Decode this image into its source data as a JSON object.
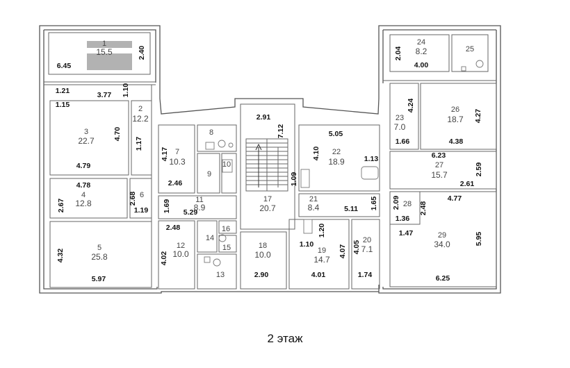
{
  "floor_label": "2 этаж",
  "rooms": [
    {
      "n": "1",
      "a": "15.5"
    },
    {
      "n": "2",
      "a": "12.2"
    },
    {
      "n": "3",
      "a": "22.7"
    },
    {
      "n": "4",
      "a": "12.8"
    },
    {
      "n": "5",
      "a": "25.8"
    },
    {
      "n": "6",
      "a": ""
    },
    {
      "n": "7",
      "a": "10.3"
    },
    {
      "n": "8",
      "a": ""
    },
    {
      "n": "9",
      "a": ""
    },
    {
      "n": "10",
      "a": ""
    },
    {
      "n": "11",
      "a": "8.9"
    },
    {
      "n": "12",
      "a": "10.0"
    },
    {
      "n": "13",
      "a": ""
    },
    {
      "n": "14",
      "a": ""
    },
    {
      "n": "15",
      "a": ""
    },
    {
      "n": "16",
      "a": ""
    },
    {
      "n": "17",
      "a": "20.7"
    },
    {
      "n": "18",
      "a": "10.0"
    },
    {
      "n": "19",
      "a": "14.7"
    },
    {
      "n": "20",
      "a": "7.1"
    },
    {
      "n": "21",
      "a": "8.4"
    },
    {
      "n": "22",
      "a": "18.9"
    },
    {
      "n": "23",
      "a": "7.0"
    },
    {
      "n": "24",
      "a": "8.2"
    },
    {
      "n": "25",
      "a": ""
    },
    {
      "n": "26",
      "a": "18.7"
    },
    {
      "n": "27",
      "a": "15.7"
    },
    {
      "n": "28",
      "a": ""
    },
    {
      "n": "29",
      "a": "34.0"
    }
  ],
  "dimensions": [
    "6.45",
    "2.40",
    "1.21",
    "3.77",
    "1.10",
    "1.15",
    "4.70",
    "1.17",
    "4.79",
    "4.78",
    "2.67",
    "2.68",
    "1.19",
    "4.32",
    "5.97",
    "4.17",
    "2.46",
    "1.69",
    "5.29",
    "2.48",
    "4.02",
    "2.91",
    "7.12",
    "2.90",
    "5.05",
    "4.10",
    "1.13",
    "1.09",
    "5.11",
    "1.65",
    "1.10",
    "1.20",
    "4.07",
    "4.05",
    "4.01",
    "1.74",
    "2.04",
    "4.00",
    "4.24",
    "4.27",
    "1.66",
    "4.38",
    "6.23",
    "2.59",
    "2.61",
    "2.09",
    "4.77",
    "1.36",
    "2.48",
    "1.47",
    "5.95",
    "6.25"
  ]
}
